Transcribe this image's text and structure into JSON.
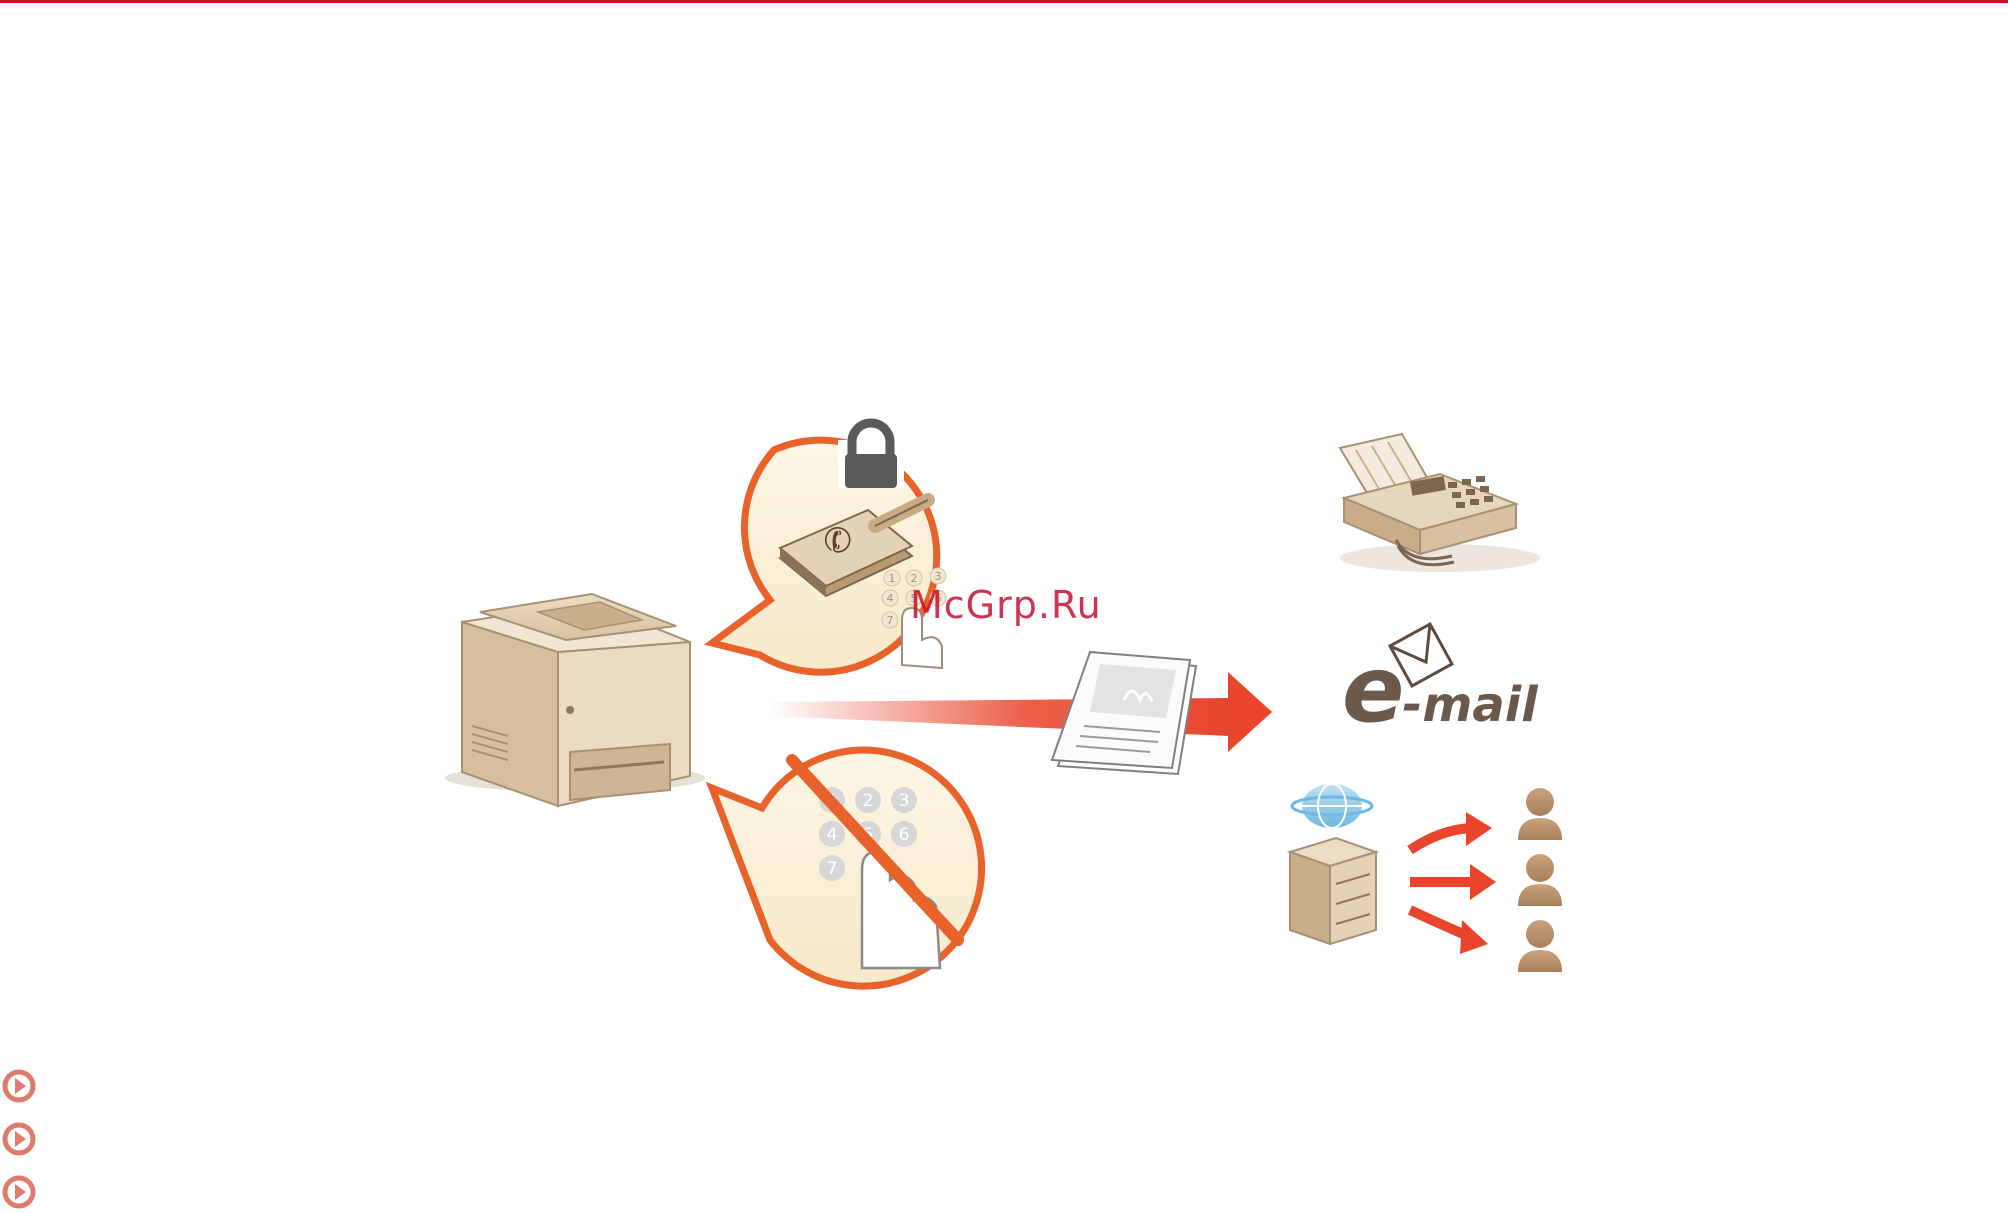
{
  "brand_color": "#c8102e",
  "accent_orange": "#e8622c",
  "arrow_red": "#e8452c",
  "watermark": "McGrp.Ru",
  "email_logo": {
    "letter": "e",
    "rest": "-mail"
  },
  "keypad_small": [
    "1",
    "2",
    "3",
    "4",
    "5",
    "6",
    "7"
  ],
  "keypad_large": [
    "1",
    "2",
    "3",
    "4",
    "5",
    "6",
    "7"
  ],
  "icons": [
    "printer-icon",
    "lock-icon",
    "address-book-icon",
    "keypad-touch-icon",
    "prohibited-keypad-icon",
    "document-icon",
    "send-arrow-icon",
    "fax-machine-icon",
    "email-icon",
    "file-server-icon",
    "user-icon"
  ],
  "bullets": [
    {
      "name": "bullet-link-1",
      "icon": "play-arrow-icon"
    },
    {
      "name": "bullet-link-2",
      "icon": "play-arrow-icon"
    },
    {
      "name": "bullet-link-3",
      "icon": "play-arrow-icon"
    }
  ]
}
